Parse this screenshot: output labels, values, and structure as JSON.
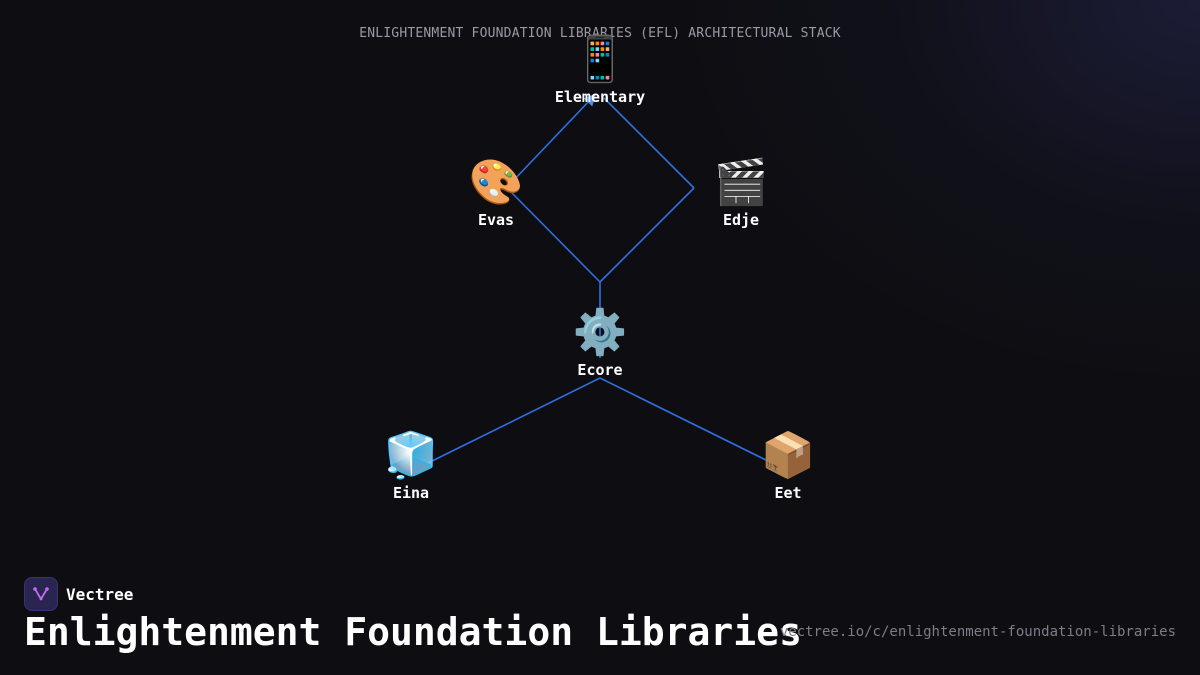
{
  "diagram": {
    "title": "ENLIGHTENMENT FOUNDATION LIBRARIES (EFL) ARCHITECTURAL STACK",
    "nodes": {
      "elementary": {
        "label": "Elementary",
        "icon": "mobile-phone-icon",
        "glyph": "📱"
      },
      "evas": {
        "label": "Evas",
        "icon": "palette-icon",
        "glyph": "🎨"
      },
      "edje": {
        "label": "Edje",
        "icon": "clapperboard-icon",
        "glyph": "🎬"
      },
      "ecore": {
        "label": "Ecore",
        "icon": "gear-icon",
        "glyph": "⚙️"
      },
      "eina": {
        "label": "Eina",
        "icon": "ice-cube-icon",
        "glyph": "🧊"
      },
      "eet": {
        "label": "Eet",
        "icon": "package-icon",
        "glyph": "📦"
      }
    },
    "edge_color": "#2f6fe0",
    "arrow_color": "#4d8cf0"
  },
  "brand": {
    "name": "Vectree",
    "logo_icon": "vectree-logo-icon",
    "accent": "#c26cf0"
  },
  "footer": {
    "title": "Enlightenment Foundation Libraries",
    "url": "vectree.io/c/enlightenment-foundation-libraries"
  },
  "colors": {
    "background": "#0e0e12",
    "text": "#ffffff",
    "muted": "#9a9aa6"
  }
}
